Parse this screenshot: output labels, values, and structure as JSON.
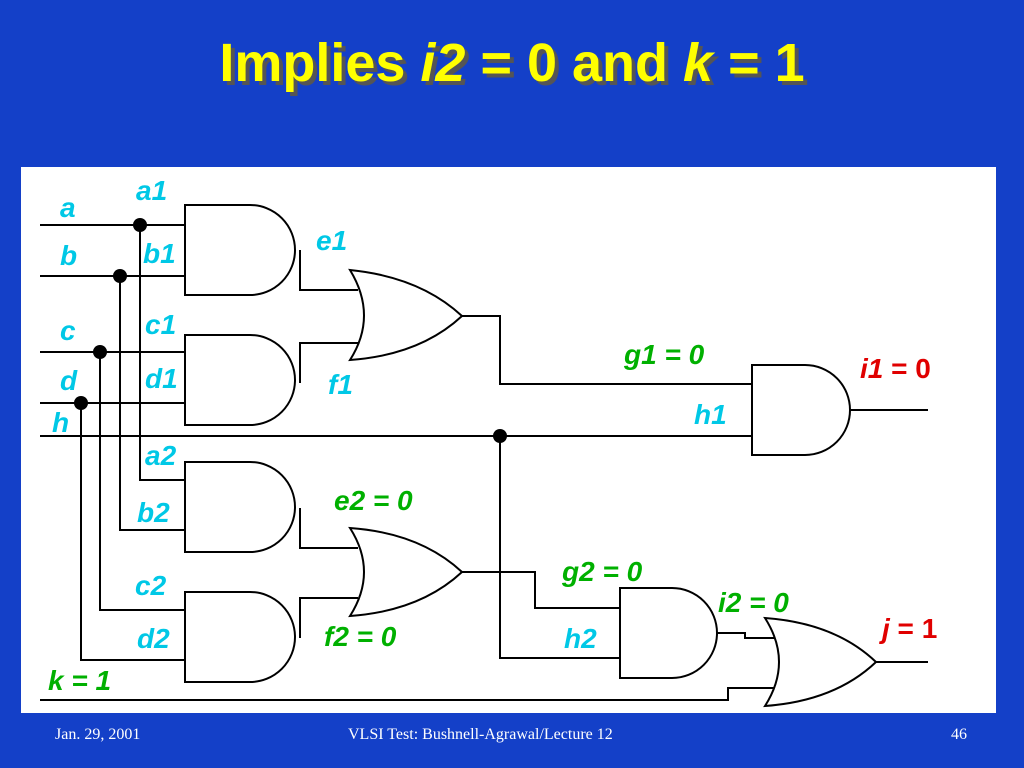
{
  "title": {
    "part1": "Implies ",
    "var1": "i2",
    "part2": " = 0 and ",
    "var2": "k",
    "part3": " = 1"
  },
  "labels": {
    "a": "a",
    "b": "b",
    "c": "c",
    "d": "d",
    "h": "h",
    "a1": "a1",
    "b1": "b1",
    "c1": "c1",
    "d1": "d1",
    "a2": "a2",
    "b2": "b2",
    "c2": "c2",
    "d2": "d2",
    "e1": "e1",
    "f1": "f1",
    "h1": "h1",
    "h2": "h2",
    "e2": "e2 = 0",
    "f2": "f2 = 0",
    "g1": "g1 = 0",
    "g2": "g2 = 0",
    "i2": "i2 = 0",
    "k": "k = 1",
    "i1_name": "i1",
    "i1_val": " = 0",
    "j_name": "j",
    "j_val": " = 1"
  },
  "colors": {
    "background": "#1440c8",
    "title": "#ffff00",
    "signal_label": "#00c8e6",
    "assigned_label": "#00b000",
    "output_label": "#e00000"
  },
  "footer": {
    "date": "Jan. 29, 2001",
    "course": "VLSI Test: Bushnell-Agrawal/Lecture 12",
    "page": "46"
  }
}
